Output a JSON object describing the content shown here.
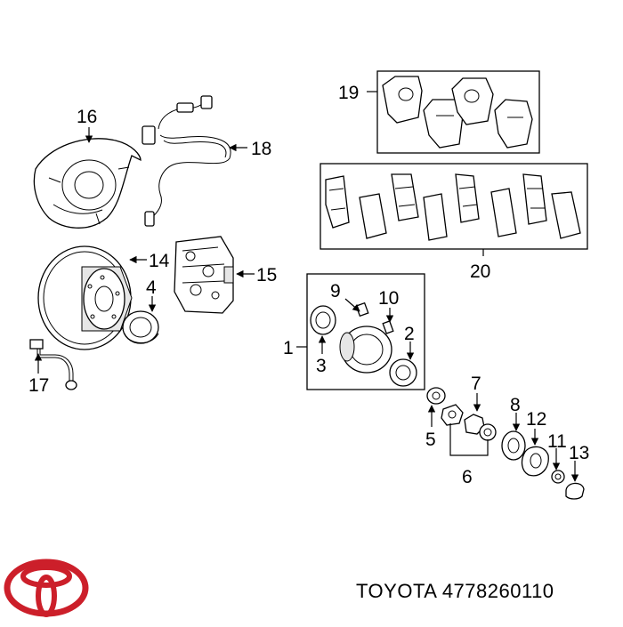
{
  "callouts": {
    "c1": "1",
    "c2": "2",
    "c3": "3",
    "c4": "4",
    "c5": "5",
    "c6": "6",
    "c7": "7",
    "c8": "8",
    "c9": "9",
    "c10": "10",
    "c11": "11",
    "c12": "12",
    "c13": "13",
    "c14": "14",
    "c15": "15",
    "c16": "16",
    "c17": "17",
    "c18": "18",
    "c19": "19",
    "c20": "20"
  },
  "caption": "TOYOTA 4778260110",
  "colors": {
    "line": "#000000",
    "background": "#ffffff",
    "logo": "#cc1f2a"
  },
  "logo": {
    "name": "toyota-logo"
  }
}
